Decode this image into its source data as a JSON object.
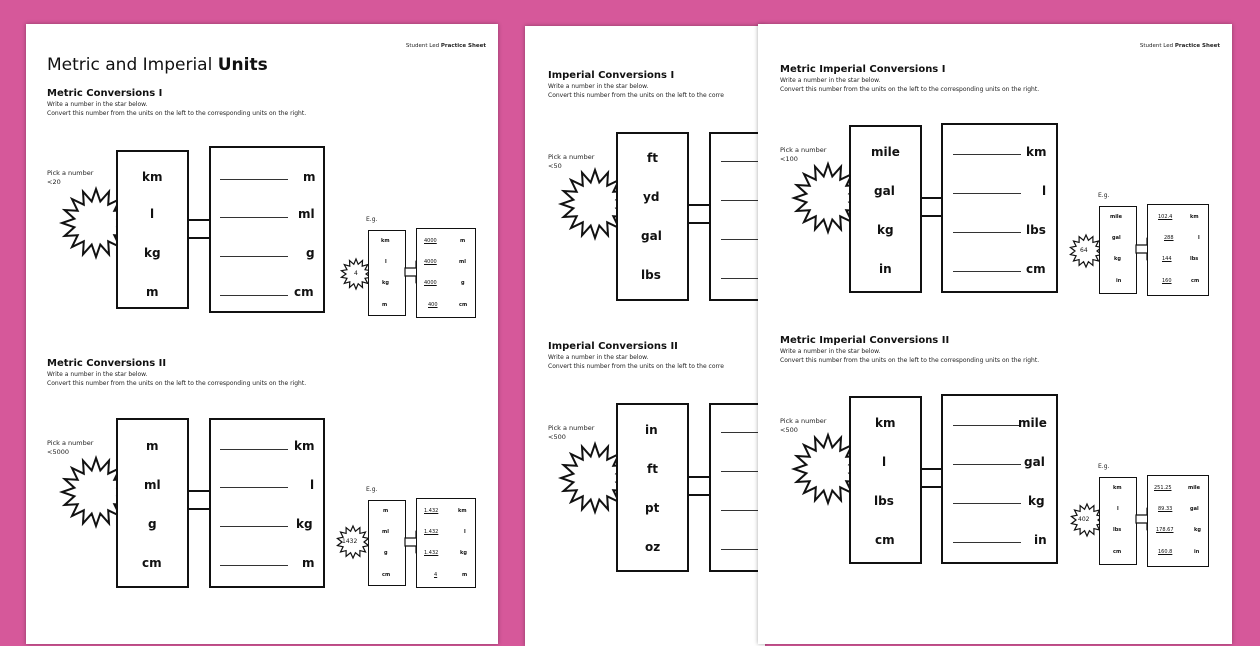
{
  "sheet_a": {
    "header": {
      "prefix": "Student Led",
      "bold": "Practice Sheet"
    },
    "title": {
      "main": "Metric and Imperial",
      "bold": "Units"
    },
    "sections": [
      {
        "heading": "Metric Conversions I",
        "instr1": "Write a number in the star below.",
        "instr2": "Convert this number from the units on the left to the corresponding units on the right.",
        "pick1": "Pick a number",
        "pick2": "<20",
        "left_units": [
          "km",
          "l",
          "kg",
          "m"
        ],
        "right_units": [
          "m",
          "ml",
          "g",
          "cm"
        ],
        "eg_label": "E.g.",
        "eg_star": "4",
        "eg_left": [
          "km",
          "l",
          "kg",
          "m"
        ],
        "eg_values": [
          "4000",
          "4000",
          "4000",
          "400"
        ],
        "eg_right": [
          "m",
          "ml",
          "g",
          "cm"
        ]
      },
      {
        "heading": "Metric Conversions II",
        "instr1": "Write a number in the star below.",
        "instr2": "Convert this number from the units on the left to the corresponding units on the right.",
        "pick1": "Pick a number",
        "pick2": "<5000",
        "left_units": [
          "m",
          "ml",
          "g",
          "cm"
        ],
        "right_units": [
          "km",
          "l",
          "kg",
          "m"
        ],
        "eg_label": "E.g.",
        "eg_star": "1432",
        "eg_left": [
          "m",
          "ml",
          "g",
          "cm"
        ],
        "eg_values": [
          "1.432",
          "1.432",
          "1.432",
          "4"
        ],
        "eg_right": [
          "km",
          "l",
          "kg",
          "m"
        ]
      }
    ]
  },
  "sheet_b": {
    "sections": [
      {
        "heading": "Imperial Conversions I",
        "instr1": "Write a number in the star below.",
        "instr2": "Convert this number from the units on the left to the corre",
        "pick1": "Pick a number",
        "pick2": "<50",
        "left_units": [
          "ft",
          "yd",
          "gal",
          "lbs"
        ]
      },
      {
        "heading": "Imperial Conversions II",
        "instr1": "Write a number in the star below.",
        "instr2": "Convert this number from the units on the left to the corre",
        "pick1": "Pick a number",
        "pick2": "<500",
        "left_units": [
          "in",
          "ft",
          "pt",
          "oz"
        ]
      }
    ]
  },
  "sheet_c": {
    "header": {
      "prefix": "Student Led",
      "bold": "Practice Sheet"
    },
    "sections": [
      {
        "heading": "Metric Imperial Conversions I",
        "instr1": "Write a number in the star below.",
        "instr2": "Convert this number from the units on the left to the corresponding units on the right.",
        "pick1": "Pick a number",
        "pick2": "<100",
        "left_units": [
          "mile",
          "gal",
          "kg",
          "in"
        ],
        "right_units": [
          "km",
          "l",
          "lbs",
          "cm"
        ],
        "eg_label": "E.g.",
        "eg_star": "64",
        "eg_left": [
          "mile",
          "gal",
          "kg",
          "in"
        ],
        "eg_values": [
          "102.4",
          "288",
          "144",
          "160"
        ],
        "eg_right": [
          "km",
          "l",
          "lbs",
          "cm"
        ]
      },
      {
        "heading": "Metric Imperial Conversions II",
        "instr1": "Write a number in the star below.",
        "instr2": "Convert this number from the units on the left to the corresponding units on the right.",
        "pick1": "Pick a number",
        "pick2": "<500",
        "left_units": [
          "km",
          "l",
          "lbs",
          "cm"
        ],
        "right_units": [
          "mile",
          "gal",
          "kg",
          "in"
        ],
        "eg_label": "E.g.",
        "eg_star": "402",
        "eg_left": [
          "km",
          "l",
          "lbs",
          "cm"
        ],
        "eg_values": [
          "251.25",
          "89.33",
          "178.67",
          "160.8"
        ],
        "eg_right": [
          "mile",
          "gal",
          "kg",
          "in"
        ]
      }
    ]
  }
}
